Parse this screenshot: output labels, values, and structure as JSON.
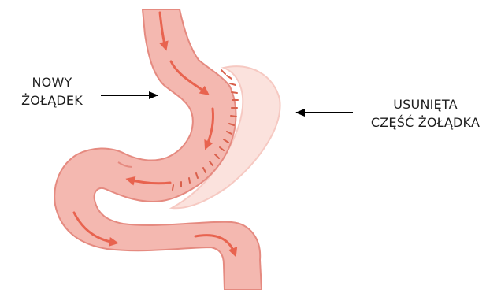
{
  "labels": {
    "new_stomach": [
      "NOWY",
      "ŻOŁĄDEK"
    ],
    "removed_part": [
      "USUNIĘTA",
      "CZĘŚĆ ŻOŁĄDKA"
    ]
  },
  "colors": {
    "organ_fill": "#f4b8b0",
    "organ_outline": "#e58a80",
    "removed_fill": "#fbe2dd",
    "removed_outline": "#f6c9c2",
    "flow_arrow": "#e8634f",
    "staple_line": "#d9604c",
    "pointer_arrow": "#000000"
  },
  "icons": {
    "flow": "curved-arrow",
    "staples": "staple-line",
    "pointer": "arrow-right"
  }
}
